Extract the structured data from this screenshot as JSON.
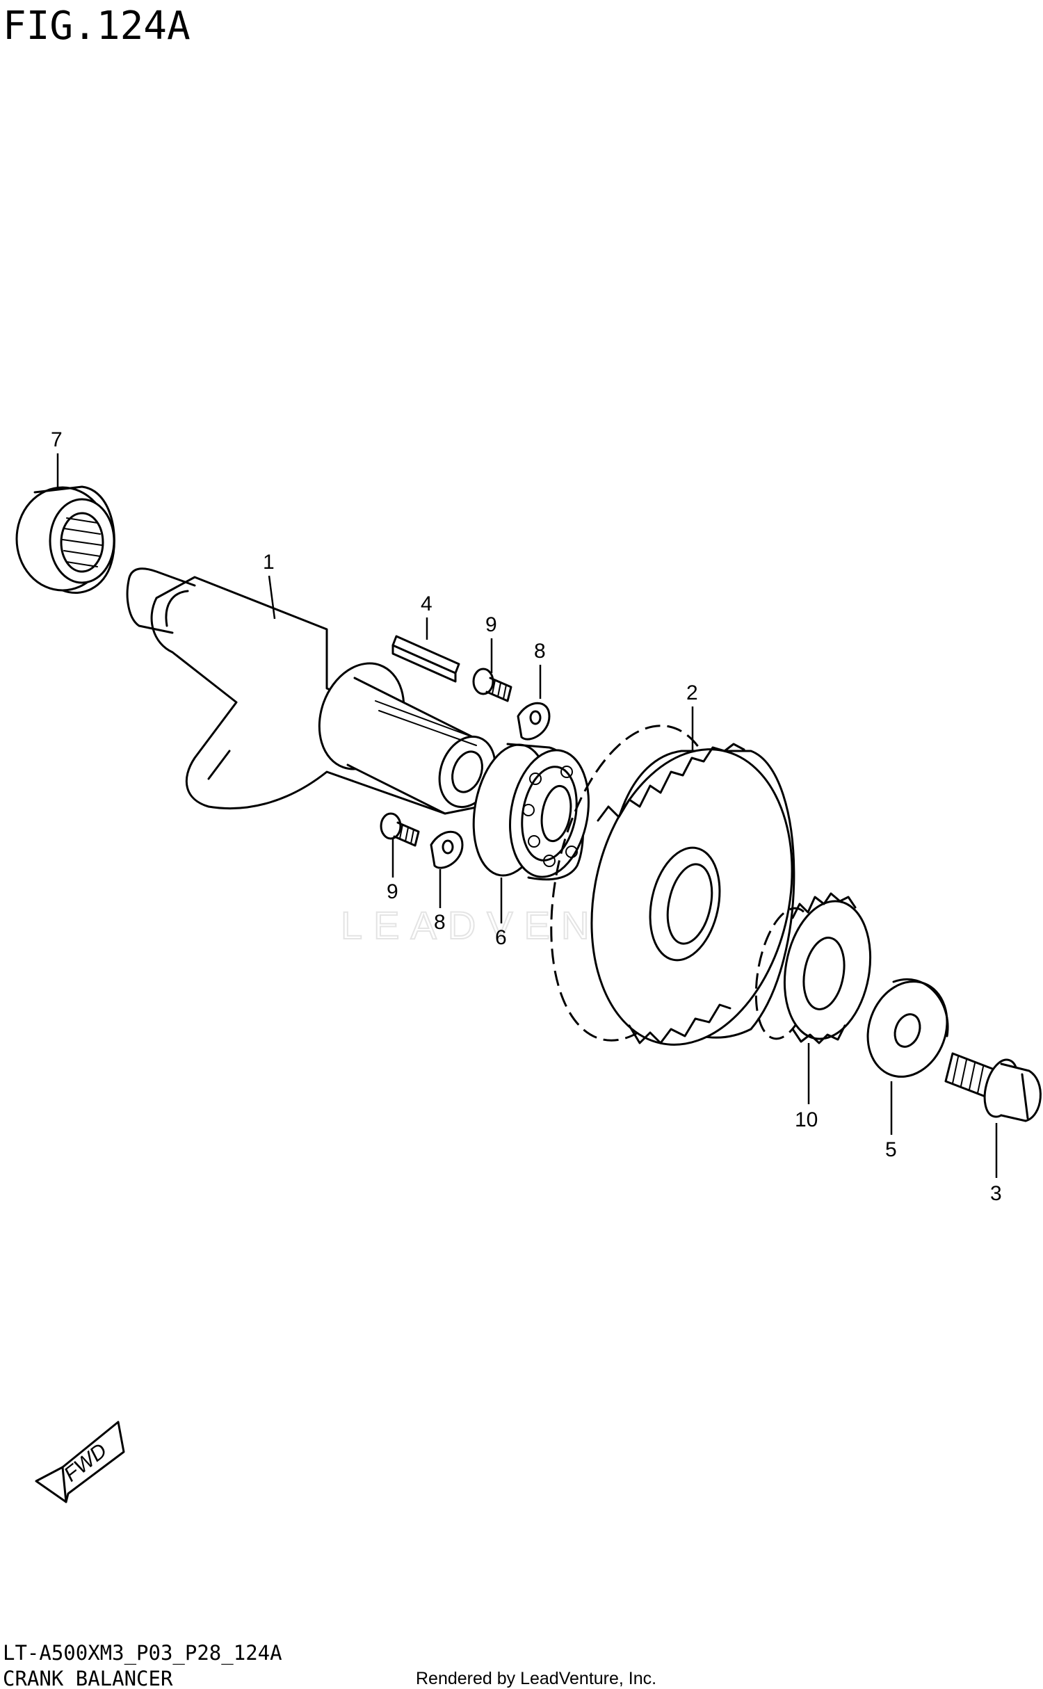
{
  "figure_title": "FIG.124A",
  "watermark": "LEADVENTURE",
  "model_code": "LT-A500XM3_P03_P28_124A",
  "section_title": "CRANK BALANCER",
  "rendered_by": "Rendered by LeadVenture, Inc.",
  "fwd_label": "FWD",
  "callouts": [
    {
      "id": "c7",
      "label": "7"
    },
    {
      "id": "c1",
      "label": "1"
    },
    {
      "id": "c4",
      "label": "4"
    },
    {
      "id": "c9a",
      "label": "9"
    },
    {
      "id": "c8a",
      "label": "8"
    },
    {
      "id": "c2",
      "label": "2"
    },
    {
      "id": "c9b",
      "label": "9"
    },
    {
      "id": "c8b",
      "label": "8"
    },
    {
      "id": "c6",
      "label": "6"
    },
    {
      "id": "c10",
      "label": "10"
    },
    {
      "id": "c5",
      "label": "5"
    },
    {
      "id": "c3",
      "label": "3"
    }
  ]
}
